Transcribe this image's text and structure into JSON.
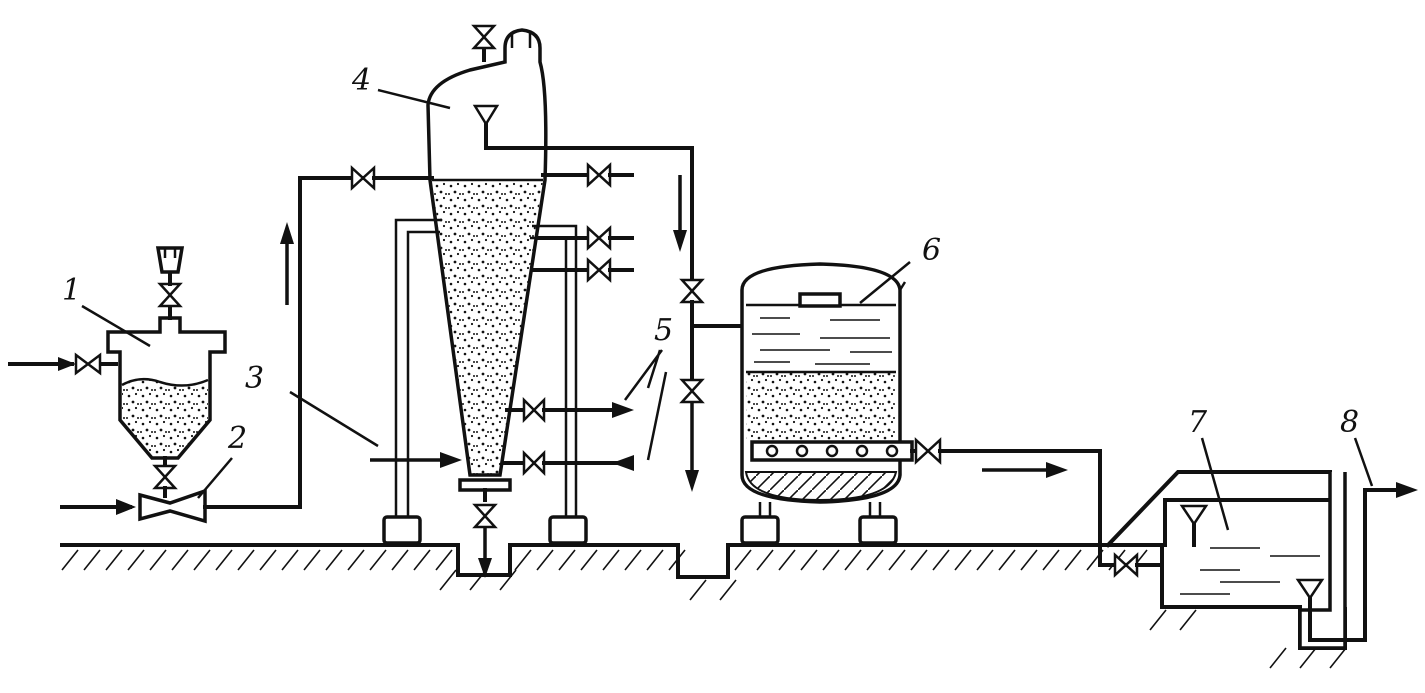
{
  "labels": {
    "n1": "1",
    "n2": "2",
    "n3": "3",
    "n4": "4",
    "n5": "5",
    "n6": "6",
    "n7": "7",
    "n8": "8"
  },
  "colors": {
    "line": "#111111",
    "background": "#ffffff"
  }
}
